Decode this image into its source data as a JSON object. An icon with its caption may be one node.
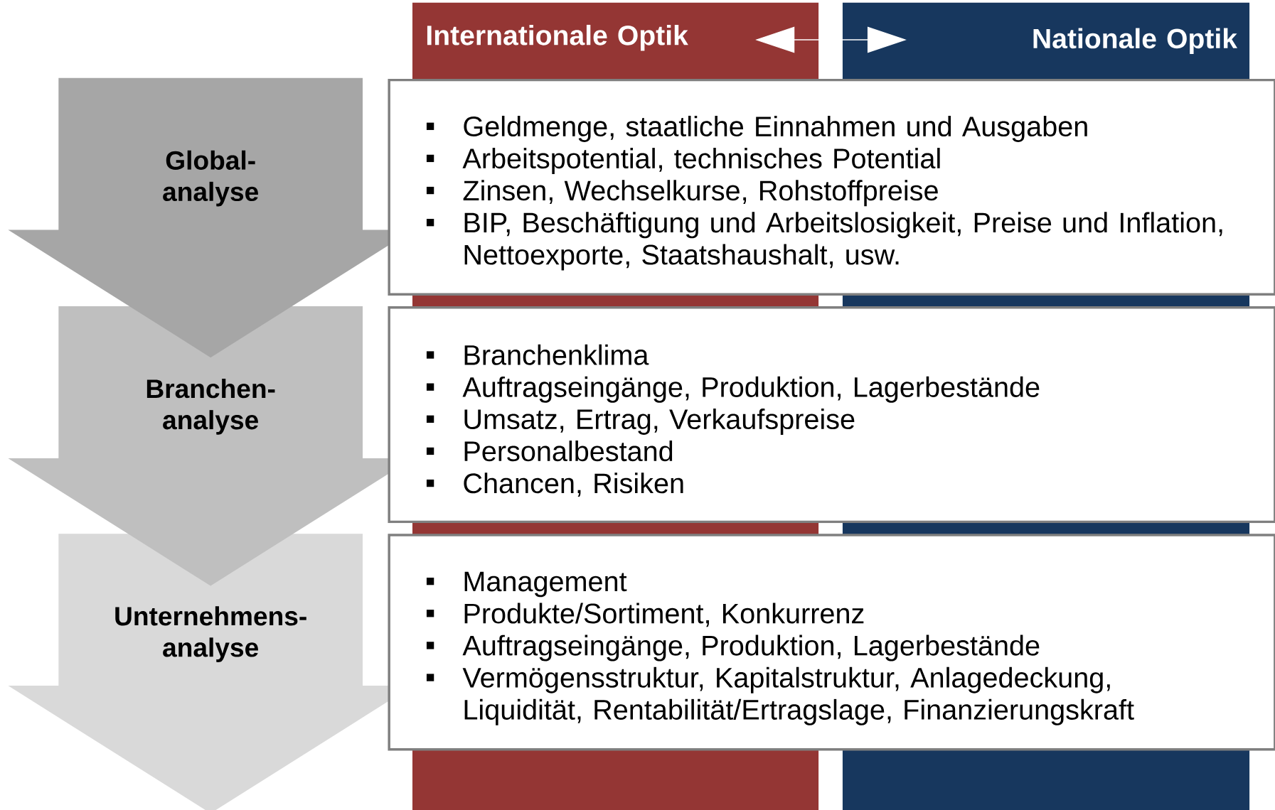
{
  "diagram": {
    "nodes": [
      {
        "text": [
          "Internationale Optik"
        ]
      },
      {
        "text": [
          "Nationale Optik"
        ]
      },
      {
        "text": [
          "Global- analyse"
        ]
      },
      {
        "text": [
          "Geldmenge, staatliche Einnahmen und Ausgaben",
          "Arbeitspotential, technisches Potential",
          "Zinsen, Wechselkurse, Rohstoffpreise",
          "BIP, Beschäftigung und Arbeitslosigkeit, Preise und Inflation, Nettoexporte, Staatshaushalt, usw."
        ]
      },
      {
        "text": [
          "Branchen- analyse"
        ]
      },
      {
        "text": [
          "Branchenklima",
          "Auftragseingänge, Produktion, Lagerbestände",
          "Umsatz, Ertrag, Verkaufspreise",
          "Personalbestand",
          "Chancen, Risiken"
        ]
      },
      {
        "text": [
          "Unternehmens- analyse"
        ]
      },
      {
        "text": [
          "Management",
          "Produkte/Sortiment, Konkurrenz",
          "Auftragseingänge, Produktion, Lagerbestände",
          "Vermögensstruktur, Kapitalstruktur, Anlagedeckung, Liquidität, Rentabilität/Ertragslage, Finanzierungskraft"
        ]
      }
    ],
    "edges": [
      {
        "from": 0,
        "to": 1,
        "arrow": "both"
      }
    ]
  }
}
